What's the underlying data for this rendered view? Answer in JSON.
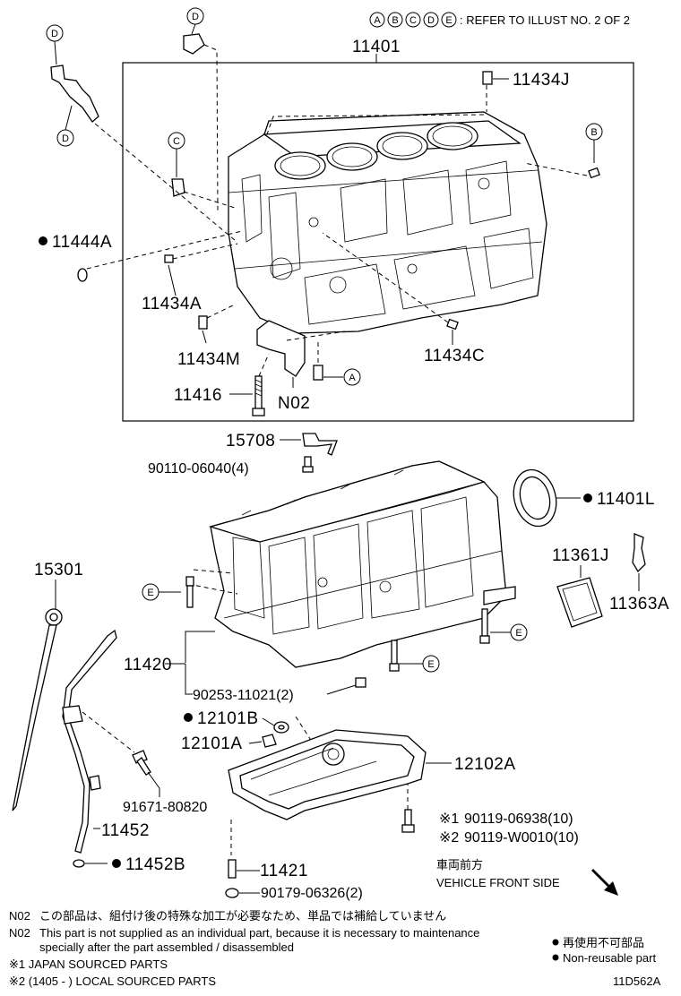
{
  "header": {
    "refer_text": ": REFER TO ILLUST NO. 2 OF 2",
    "ref_letters": [
      "A",
      "B",
      "C",
      "D",
      "E"
    ]
  },
  "parts": {
    "p11401": "11401",
    "p11434J": "11434J",
    "p11444A": "11444A",
    "p11434A": "11434A",
    "p11434M": "11434M",
    "p11434C": "11434C",
    "p11416": "11416",
    "pN02": "N02",
    "p15708": "15708",
    "p90110": "90110-06040(4)",
    "p11401L": "11401L",
    "p11361J": "11361J",
    "p11363A": "11363A",
    "p15301": "15301",
    "p11420": "11420",
    "p90253": "90253-11021(2)",
    "p12101B": "12101B",
    "p12101A": "12101A",
    "p12102A": "12102A",
    "p91671": "91671-80820",
    "p11452": "11452",
    "p11452B": "11452B",
    "p11421": "11421",
    "p90179": "90179-06326(2)",
    "p90119a": "90119-06938(10)",
    "p90119b": "90119-W0010(10)"
  },
  "marks": {
    "kome1": "※1",
    "kome2": "※2"
  },
  "ref_labels": {
    "d_top1": "D",
    "d_top2": "D",
    "d_left": "D",
    "c": "C",
    "b": "B",
    "a": "A",
    "e1": "E",
    "e2": "E",
    "e3": "E"
  },
  "vehicle": {
    "jp": "車両前方",
    "en": "VEHICLE FRONT SIDE"
  },
  "notes": {
    "n02_jp_code": "N02",
    "n02_jp_text": "この部品は、組付け後の特殊な加工が必要なため、単品では補給していません",
    "n02_en_code": "N02",
    "n02_en_line1": "This part is not supplied as an individual part, because it is necessary to maintenance",
    "n02_en_line2": "specially after the part assembled / disassembled",
    "k1": "※1 JAPAN SOURCED PARTS",
    "k2": "※2 (1405 -        ) LOCAL SOURCED PARTS"
  },
  "legend": {
    "jp": "再使用不可部品",
    "en": "Non-reusable part"
  },
  "illust_code": "11D562A"
}
